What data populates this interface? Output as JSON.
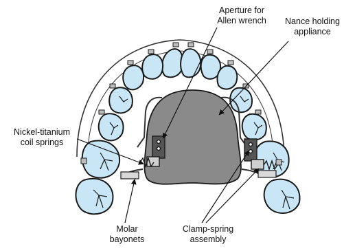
{
  "figure": {
    "labels": {
      "aperture": [
        "Aperture for",
        "Allen wrench"
      ],
      "nance": [
        "Nance holding",
        "appliance"
      ],
      "niti": [
        "Nickel-titanium",
        "coil springs"
      ],
      "molar": [
        "Molar",
        "bayonets"
      ],
      "clamp": [
        "Clamp-spring",
        "assembly"
      ]
    },
    "colors": {
      "tooth_fill": "#c8e6f6",
      "tooth_stroke": "#1a1a1a",
      "acrylic_fill": "#8a8a8a",
      "wire": "#333333",
      "background": "#ffffff"
    }
  }
}
